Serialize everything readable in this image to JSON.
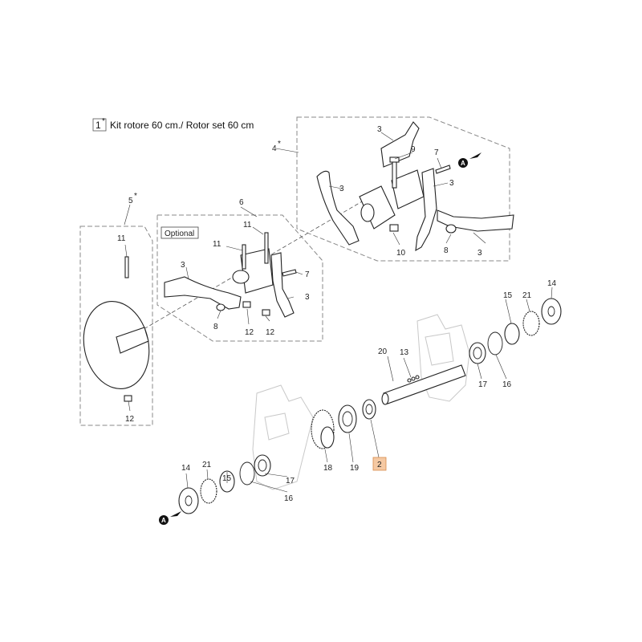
{
  "kit": {
    "number": "1",
    "asterisk": "*",
    "title": "Kit rotore 60 cm./ Rotor set 60 cm"
  },
  "optional_label": "Optional",
  "parts": {
    "p2": "2",
    "p3": "3",
    "p4": "4",
    "p5": "5",
    "p6": "6",
    "p7": "7",
    "p8": "8",
    "p9": "9",
    "p10": "10",
    "p11": "11",
    "p12": "12",
    "p13": "13",
    "p14": "14",
    "p15": "15",
    "p16": "16",
    "p17": "17",
    "p18": "18",
    "p19": "19",
    "p20": "20",
    "p21": "21"
  },
  "asterisk": "*",
  "connector": "A",
  "colors": {
    "highlight": "#f5c9a3",
    "highlight_border": "#d88a4a",
    "line": "#222222"
  }
}
